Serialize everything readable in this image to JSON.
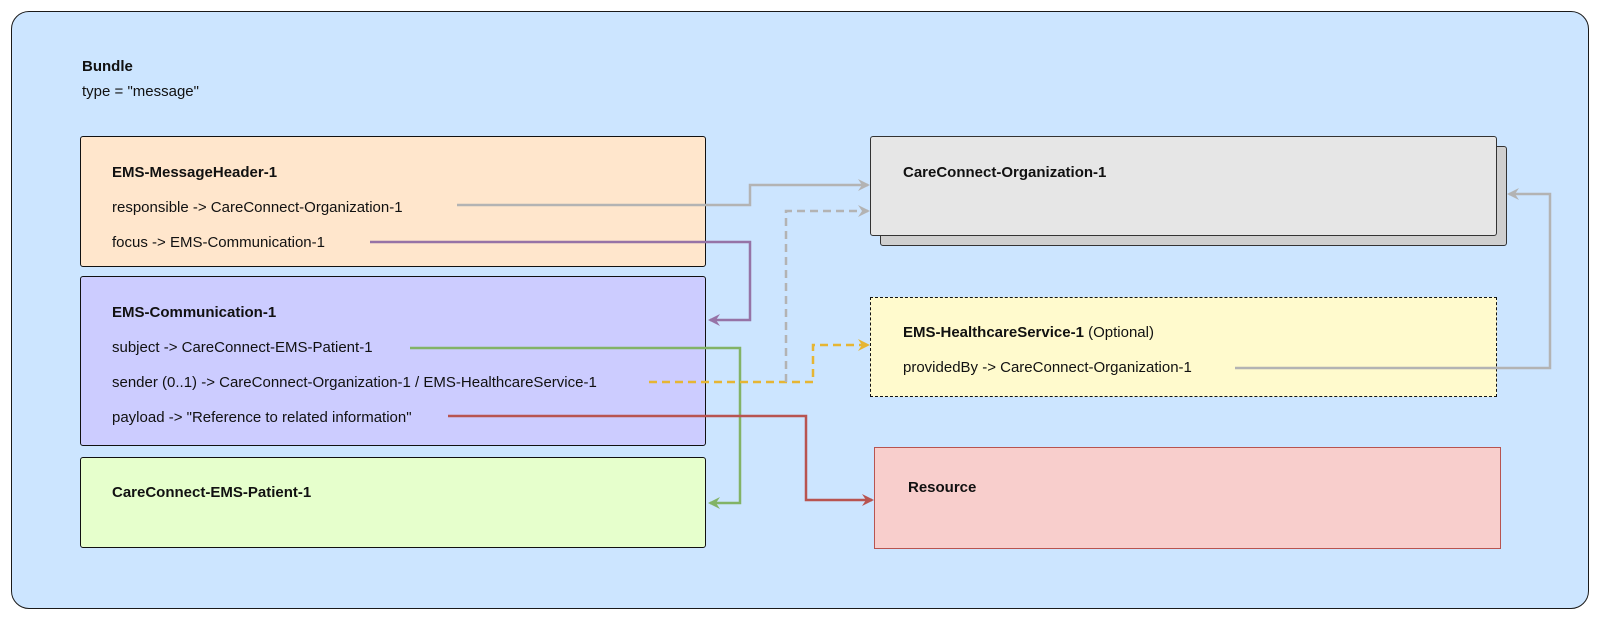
{
  "bundle": {
    "title": "Bundle",
    "type_line": "type = \"message\""
  },
  "message_header": {
    "title": "EMS-MessageHeader-1",
    "responsible": "responsible -> CareConnect-Organization-1",
    "focus": "focus -> EMS-Communication-1"
  },
  "communication": {
    "title": "EMS-Communication-1",
    "subject": "subject -> CareConnect-EMS-Patient-1",
    "sender": "sender (0..1) -> CareConnect-Organization-1 / EMS-HealthcareService-1",
    "payload": "payload -> \"Reference to related information\""
  },
  "patient": {
    "title": "CareConnect-EMS-Patient-1"
  },
  "organization": {
    "title": "CareConnect-Organization-1"
  },
  "healthcare_service": {
    "title": "EMS-HealthcareService-1",
    "optional": "(Optional)",
    "provided_by": "providedBy -> CareConnect-Organization-1"
  },
  "resource": {
    "title": "Resource"
  },
  "colors": {
    "bundle_fill": "#cce5ff",
    "header_fill": "#ffe6cc",
    "communication_fill": "#ccccff",
    "patient_fill": "#e6ffcc",
    "organization_fill": "#e6e6e6",
    "healthcare_fill": "#fffacd",
    "resource_fill": "#f8cecc",
    "edge_gray": "#b3b3b3",
    "edge_purple": "#9673a6",
    "edge_green": "#82b366",
    "edge_yellow": "#e6b533",
    "edge_red": "#b85450"
  }
}
